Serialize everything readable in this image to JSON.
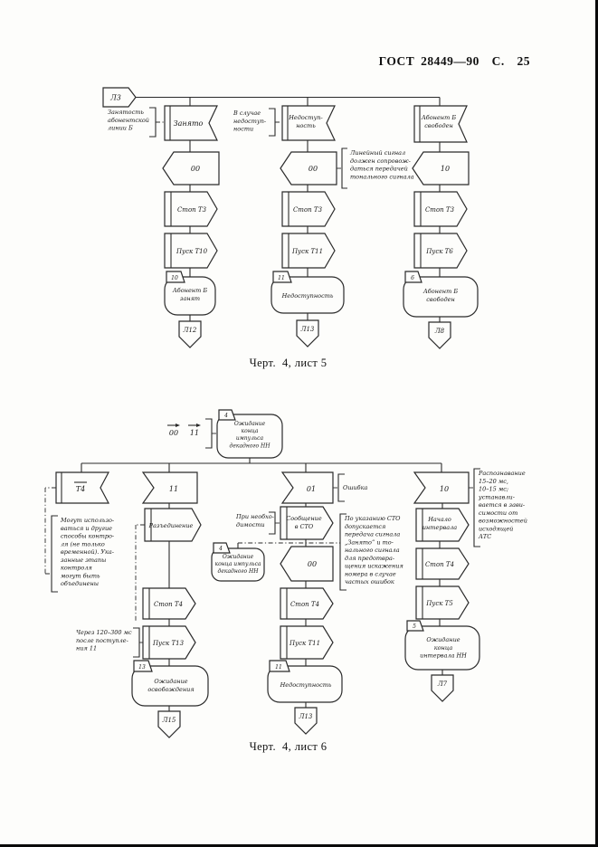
{
  "page": {
    "header": "ГОСТ 28449—90  С.  25",
    "caption1": "Черт.  4, лист 5",
    "caption2": "Черт.  4, лист 6"
  },
  "d1": {
    "connector_in": "Л3",
    "col1": {
      "comment": [
        "Занятость",
        "абонентской",
        "линии Б"
      ],
      "signal": [
        "Занято"
      ],
      "code": "00",
      "stop": "Стоп Т3",
      "start": "Пуск Т10",
      "state_tab": "10",
      "state": [
        "Абонент Б",
        "занят"
      ],
      "out": "Л12"
    },
    "col2": {
      "comment": [
        "В случае",
        "недоступ-",
        "ности"
      ],
      "signal": [
        "Недоступ-",
        "ность"
      ],
      "code": "00",
      "comment_right": [
        "Линейный сигнал",
        "должен сопровож-",
        "даться передачей",
        "тонального сигнала"
      ],
      "stop": "Стоп Т3",
      "start": "Пуск Т11",
      "state_tab": "11",
      "state": [
        "Недоступность"
      ],
      "out": "Л13"
    },
    "col3": {
      "signal": [
        "Абонент Б",
        "свободен"
      ],
      "code": "10",
      "stop": "Стоп Т3",
      "start": "Пуск Т6",
      "state_tab": "6",
      "state": [
        "Абонент Б",
        "свободен"
      ],
      "out": "Л8"
    }
  },
  "d2": {
    "ann": {
      "a": "00",
      "b": "11"
    },
    "top": {
      "tab": "4",
      "lines": [
        "Ожидание",
        "конца",
        "импульса",
        "декадного НН"
      ]
    },
    "flag_t4": "Т4",
    "flag_11": "11",
    "flag_01": "01",
    "flag_10": "10",
    "c_error": "Ошибка",
    "c_left": [
      "Могут использо-",
      "ваться и другие",
      "способы контро-",
      "ля (не только",
      "временной). Ука-",
      "занные этапы",
      "контроля",
      "могут быть",
      "объединены"
    ],
    "c_need": [
      "При необхо-",
      "димости"
    ],
    "c_sto": [
      "По указанию СТО",
      "допускается",
      "передача сигнала",
      "„Занято“ и то-",
      "нального сигнала",
      "для предотвра-",
      "щения искажения",
      "номера в случае",
      "частых ошибок"
    ],
    "c_rec": [
      "Распознавание",
      "15–20 мс,",
      "10–15 мс;",
      "устанавли-",
      "вается в зави-",
      "симости от",
      "возможностей",
      "исходящей",
      "АТС"
    ],
    "c_timer": [
      "Через 120–300 мс",
      "после поступле-",
      "ния 11"
    ],
    "colA": {
      "box": "Разъединение",
      "stop": "Стоп Т4",
      "start": "Пуск Т13",
      "state_tab": "13",
      "state": [
        "Ожидание",
        "освобождения"
      ],
      "out": "Л15"
    },
    "colB": {
      "box": [
        "Сообщение",
        "в СТО"
      ],
      "mini_tab": "4",
      "mini": [
        "Ожидание",
        "конца импульса",
        "декадного НН"
      ],
      "code": "00",
      "stop": "Стоп Т4",
      "start": "Пуск Т11",
      "state_tab": "11",
      "state": [
        "Недоступность"
      ],
      "out": "Л13"
    },
    "colC": {
      "box": [
        "Начало",
        "интервала"
      ],
      "stop": "Стоп Т4",
      "start": "Пуск Т5",
      "state_tab": "5",
      "state": [
        "Ожидание",
        "конца",
        "интервала НН"
      ],
      "out": "Л7"
    }
  }
}
